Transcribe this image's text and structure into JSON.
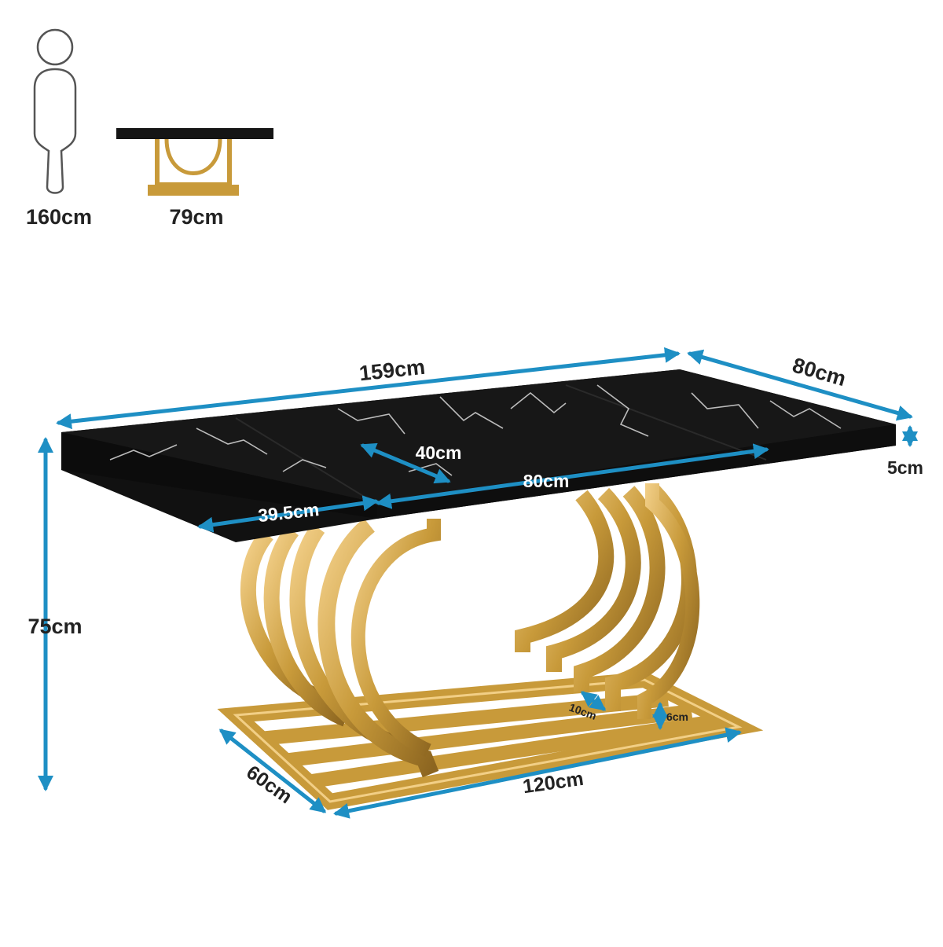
{
  "colors": {
    "dimension_line": "#1e8fc4",
    "gold_frame": "#c89a3a",
    "marble_top": "#121212",
    "label_text": "#222222"
  },
  "scale_reference": {
    "person_height_label": "160cm",
    "table_height_label": "79cm"
  },
  "dimensions": {
    "top_length": "159cm",
    "top_width": "80cm",
    "top_thickness": "5cm",
    "overall_height": "75cm",
    "inner_leaf_width": "40cm",
    "inner_leaf_length": "80cm",
    "side_leaf_length": "39.5cm",
    "base_depth": "60cm",
    "base_length": "120cm",
    "ring_gap": "10cm",
    "foot_height": "6cm"
  }
}
